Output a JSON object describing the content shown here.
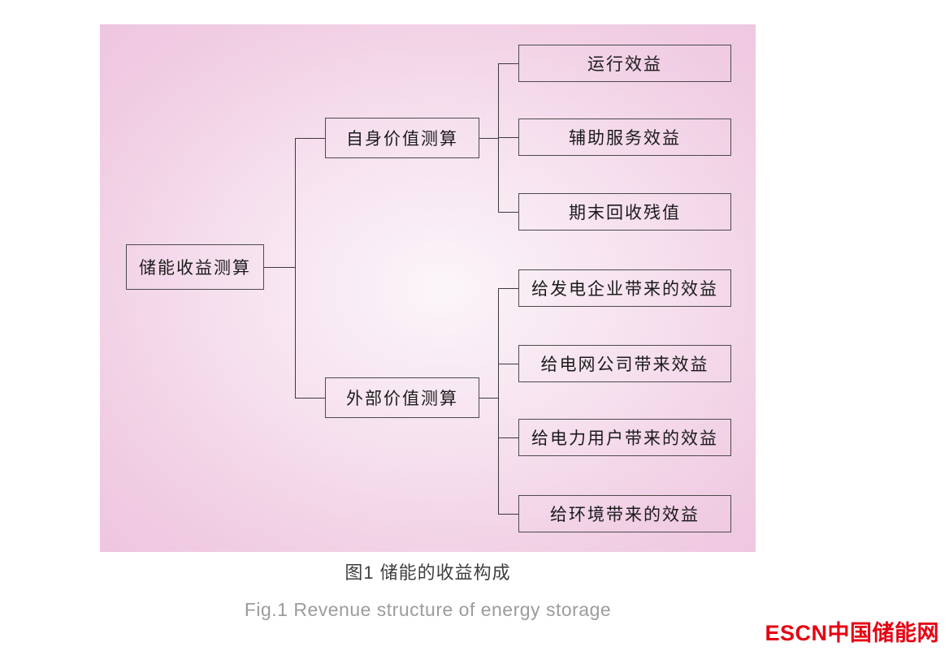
{
  "diagram": {
    "root_label": "储能收益测算",
    "branch1": {
      "label": "自身价值测算",
      "children": [
        "运行效益",
        "辅助服务效益",
        "期末回收残值"
      ]
    },
    "branch2": {
      "label": "外部价值测算",
      "children": [
        "给发电企业带来的效益",
        "给电网公司带来效益",
        "给电力用户带来的效益",
        "给环境带来的效益"
      ]
    }
  },
  "captions": {
    "zh": "图1  储能的收益构成",
    "en": "Fig.1  Revenue structure of energy storage"
  },
  "logo": {
    "text": "ESCN中国储能网"
  },
  "colors": {
    "panel_pink": "#eec5e0",
    "line": "#3b3b3b",
    "logo_red": "#e60012"
  }
}
